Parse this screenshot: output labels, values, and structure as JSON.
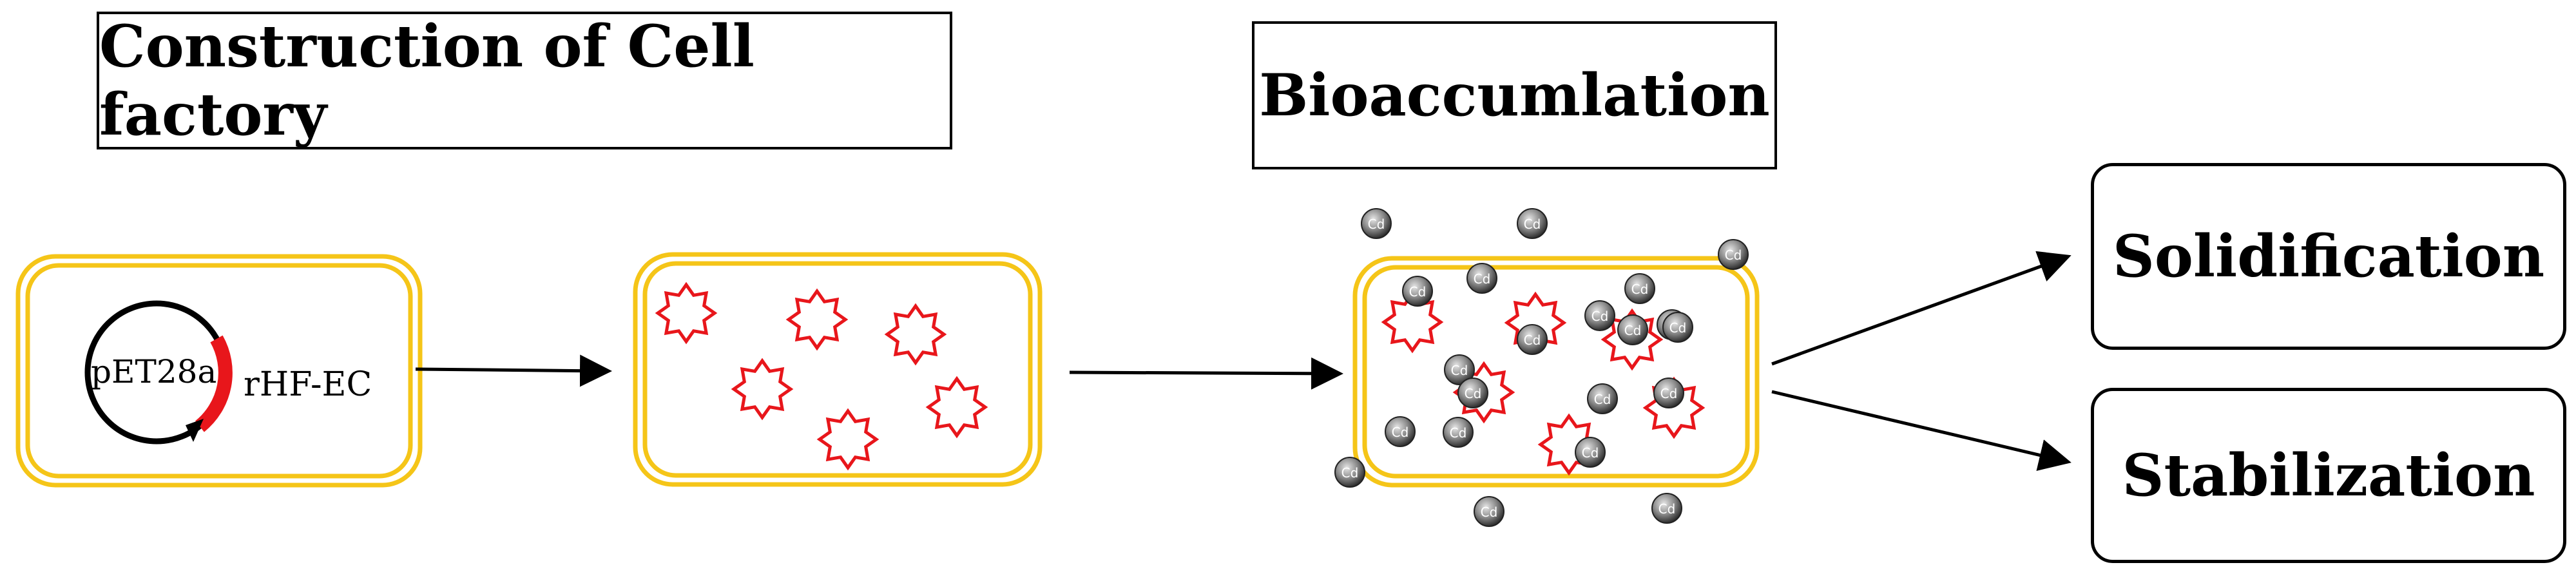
{
  "titles": {
    "construction": "Construction of Cell factory",
    "bioaccumulation": "Bioaccumlation"
  },
  "outcomes": {
    "solidification": "Solidification",
    "stabilization": "Stabilization"
  },
  "plasmid": {
    "name": "pET28a",
    "gene": "rHF-EC"
  },
  "ion_label": "Cd",
  "colors": {
    "cell_border": "#F5C518",
    "protein": "#E8161B",
    "arrow": "#000000",
    "ion_fill": "#6E6E6E"
  }
}
